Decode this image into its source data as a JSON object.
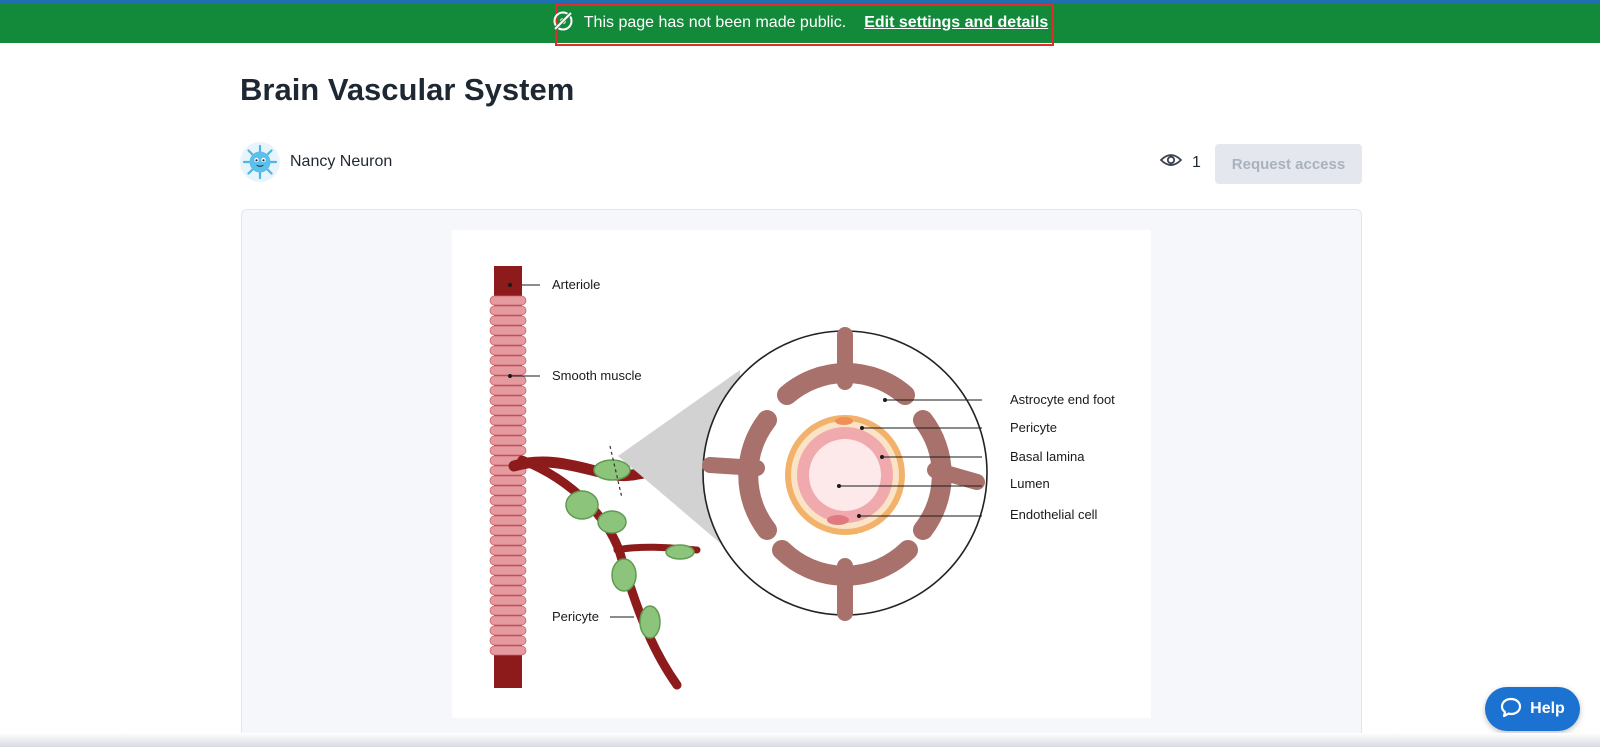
{
  "banner": {
    "message": "This page has not been made public.",
    "link_label": "Edit settings and details",
    "icon": "eye-off-icon",
    "background_color": "#138a3a",
    "highlight_color": "#e32b2b"
  },
  "page": {
    "title": "Brain Vascular System"
  },
  "author": {
    "name": "Nancy Neuron",
    "avatar_icon": "neuron-avatar"
  },
  "stats": {
    "views_icon": "eye-icon",
    "views_count": "1"
  },
  "actions": {
    "request_access_label": "Request access"
  },
  "figure": {
    "labels": {
      "arteriole": "Arteriole",
      "smooth_muscle": "Smooth muscle",
      "pericyte_left": "Pericyte",
      "astrocyte_end_foot": "Astrocyte end foot",
      "pericyte": "Pericyte",
      "basal_lamina": "Basal lamina",
      "lumen": "Lumen",
      "endothelial_cell": "Endothelial cell"
    },
    "colors": {
      "vessel": "#8e1b1b",
      "smooth_muscle": "#e49a9e",
      "pericyte": "#8bc47a",
      "astrocyte": "#a9716b",
      "basal_lamina": "#f3b26b",
      "endothelium": "#f0a9ad"
    }
  },
  "help": {
    "label": "Help",
    "icon": "chat-bubble-icon",
    "color": "#1c72d1"
  }
}
